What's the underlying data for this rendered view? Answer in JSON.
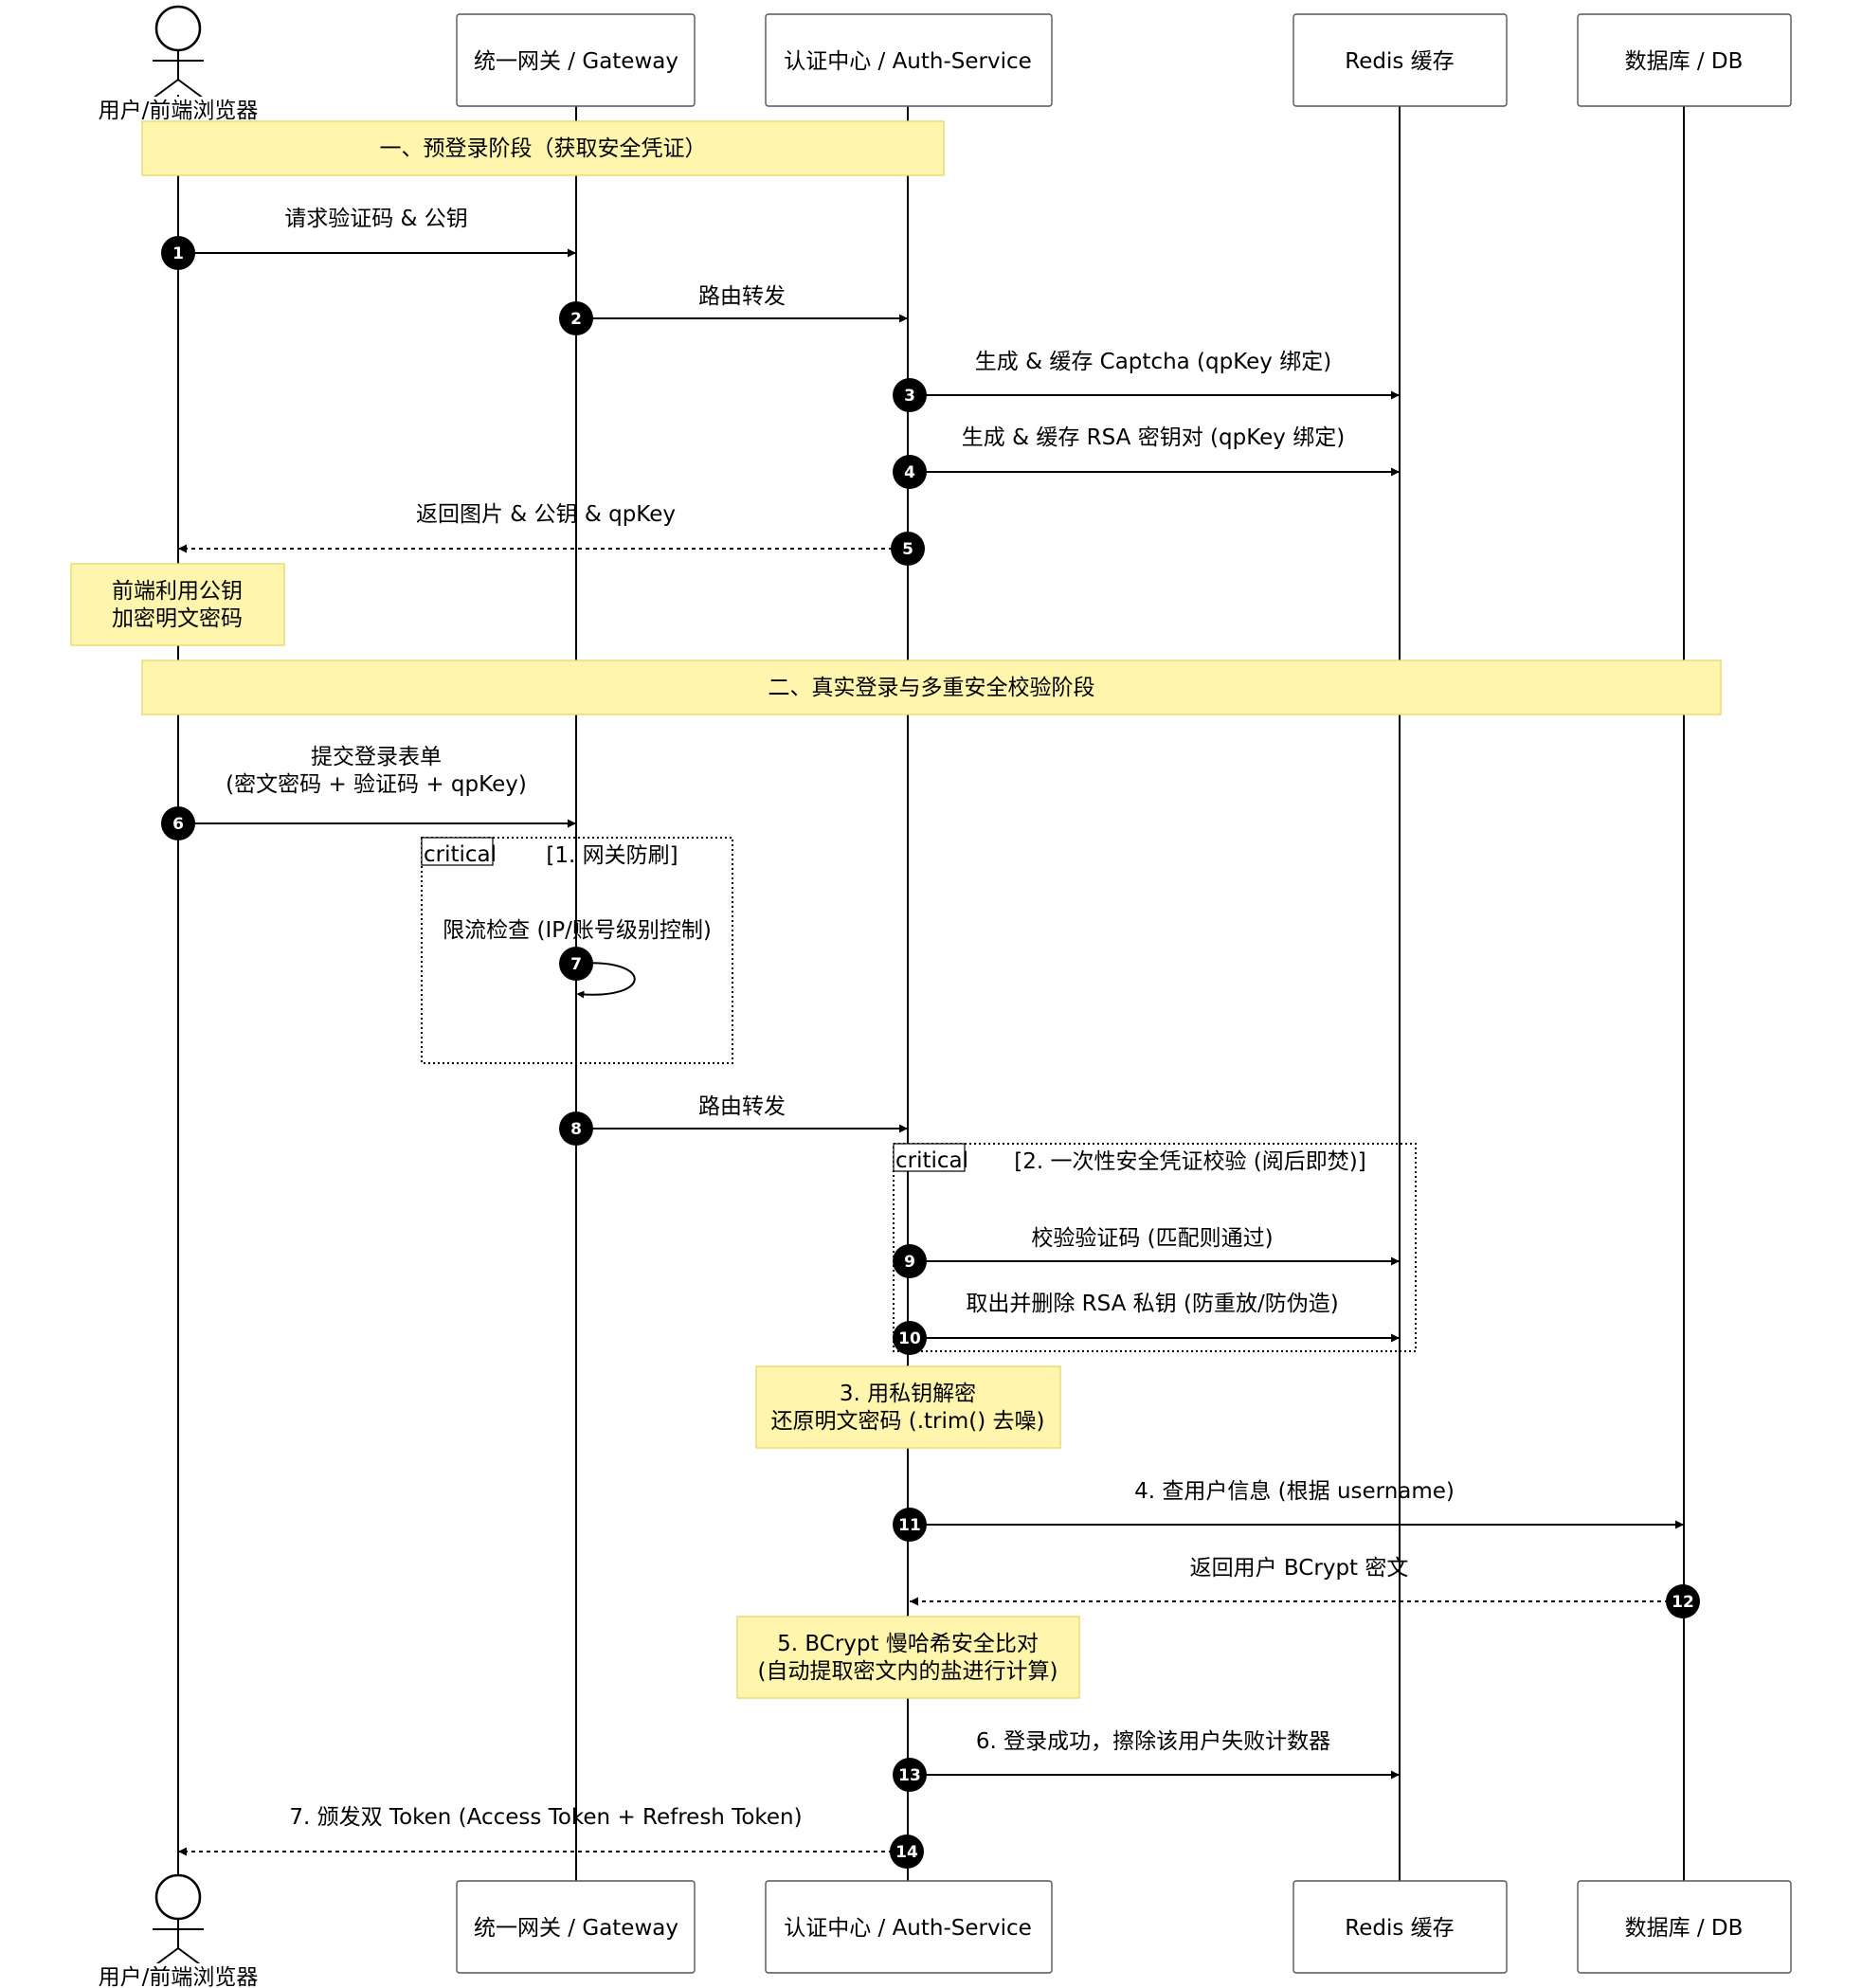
{
  "participants": {
    "user": "用户/前端浏览器",
    "gateway": "统一网关 / Gateway",
    "auth": "认证中心 / Auth-Service",
    "redis": "Redis 缓存",
    "db": "数据库 / DB"
  },
  "phases": {
    "p1": "一、预登录阶段（获取安全凭证）",
    "p2": "二、真实登录与多重安全校验阶段"
  },
  "notes": {
    "encrypt": [
      "前端利用公钥",
      "加密明文密码"
    ],
    "decrypt": [
      "3. 用私钥解密",
      "还原明文密码 (.trim() 去噪)"
    ],
    "bcrypt": [
      "5. BCrypt 慢哈希安全比对",
      "(自动提取密文内的盐进行计算)"
    ]
  },
  "frames": {
    "gateway_critical": {
      "tag": "critical",
      "title": "[1. 网关防刷]"
    },
    "auth_critical": {
      "tag": "critical",
      "title": "[2. 一次性安全凭证校验 (阅后即焚)]"
    }
  },
  "messages": {
    "m1": {
      "num": "1",
      "label": "请求验证码 & 公钥"
    },
    "m2": {
      "num": "2",
      "label": "路由转发"
    },
    "m3": {
      "num": "3",
      "label": "生成 & 缓存 Captcha (qpKey 绑定)"
    },
    "m4": {
      "num": "4",
      "label": "生成 & 缓存 RSA 密钥对 (qpKey 绑定)"
    },
    "m5": {
      "num": "5",
      "label": "返回图片 & 公钥 & qpKey"
    },
    "m6": {
      "num": "6",
      "label": [
        "提交登录表单",
        "(密文密码 + 验证码 + qpKey)"
      ]
    },
    "m7": {
      "num": "7",
      "label": "限流检查 (IP/账号级别控制)"
    },
    "m8": {
      "num": "8",
      "label": "路由转发"
    },
    "m9": {
      "num": "9",
      "label": "校验验证码 (匹配则通过)"
    },
    "m10": {
      "num": "10",
      "label": "取出并删除 RSA 私钥 (防重放/防伪造)"
    },
    "m11": {
      "num": "11",
      "label": "4. 查用户信息 (根据 username)"
    },
    "m12": {
      "num": "12",
      "label": "返回用户 BCrypt 密文"
    },
    "m13": {
      "num": "13",
      "label": "6. 登录成功，擦除该用户失败计数器"
    },
    "m14": {
      "num": "14",
      "label": "7. 颁发双 Token (Access Token + Refresh Token)"
    }
  }
}
